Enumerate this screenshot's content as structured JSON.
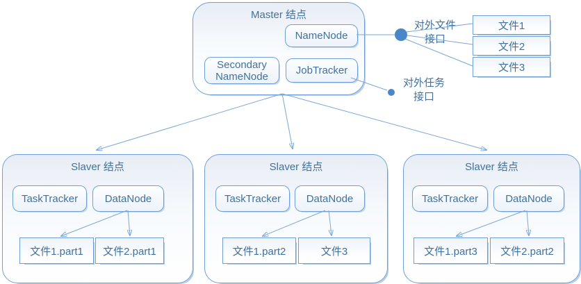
{
  "master": {
    "title": "Master 结点",
    "namenode": "NameNode",
    "secondary_line1": "Secondary",
    "secondary_line2": "NameNode",
    "jobtracker": "JobTracker"
  },
  "interfaces": {
    "file_line1": "对外文件",
    "file_line2": "接口",
    "task_line1": "对外任务",
    "task_line2": "接口"
  },
  "external_files": [
    "文件1",
    "文件2",
    "文件3"
  ],
  "slaves": [
    {
      "title": "Slaver 结点",
      "tasktracker": "TaskTracker",
      "datanode": "DataNode",
      "files": [
        "文件1.part1",
        "文件2.part1"
      ]
    },
    {
      "title": "Slaver 结点",
      "tasktracker": "TaskTracker",
      "datanode": "DataNode",
      "files": [
        "文件1.part2",
        "文件3"
      ]
    },
    {
      "title": "Slaver 结点",
      "tasktracker": "TaskTracker",
      "datanode": "DataNode",
      "files": [
        "文件1.part3",
        "文件2.part2"
      ]
    }
  ],
  "colors": {
    "shape_border": "#6f9fd8",
    "text": "#41719c",
    "connector_line": "#7aa7d6",
    "connector_dot": "#4a86c8",
    "arrowhead": "#4f8bc9"
  }
}
